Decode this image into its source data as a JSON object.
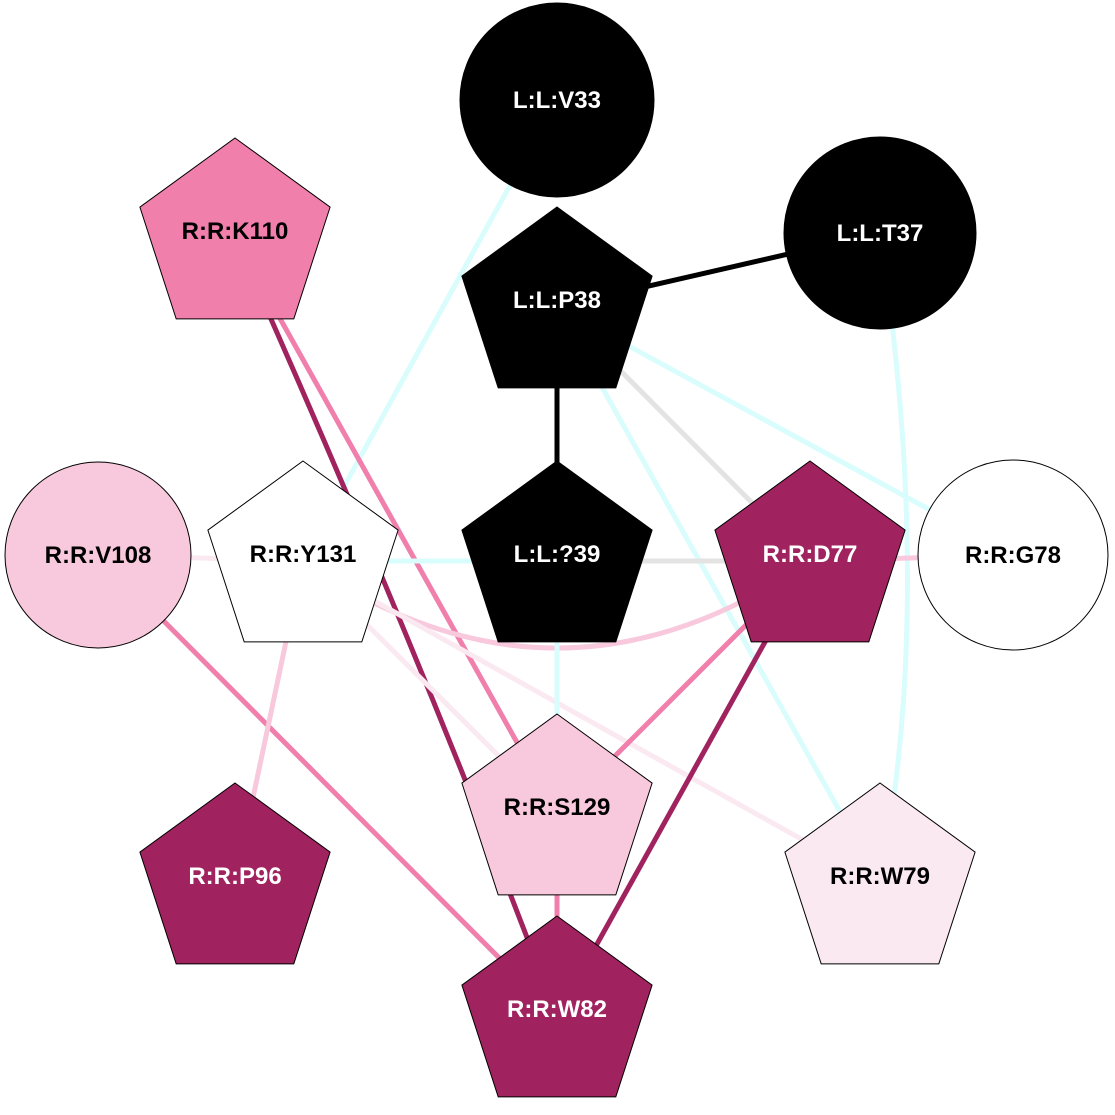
{
  "colors": {
    "ligand": "#000000",
    "strong": "#a0225e",
    "medium": "#f07fac",
    "light": "#f8c8dc",
    "faint": "#fbe9f1",
    "white": "#ffffff",
    "hydrophobic": "#d9fcfc",
    "neutral": "#e3e3e3"
  },
  "nodes": [
    {
      "id": "V33",
      "label": "L:L:V33",
      "shape": "circle",
      "fill": "#000000",
      "text": "#ffffff"
    },
    {
      "id": "T37",
      "label": "L:L:T37",
      "shape": "circle",
      "fill": "#000000",
      "text": "#ffffff"
    },
    {
      "id": "K110",
      "label": "R:R:K110",
      "shape": "pentagon",
      "fill": "#f07fac",
      "text": "#000000"
    },
    {
      "id": "P38",
      "label": "L:L:P38",
      "shape": "pentagon",
      "fill": "#000000",
      "text": "#ffffff"
    },
    {
      "id": "V108",
      "label": "R:R:V108",
      "shape": "circle",
      "fill": "#f8c8dc",
      "text": "#000000"
    },
    {
      "id": "Y131",
      "label": "R:R:Y131",
      "shape": "pentagon",
      "fill": "#ffffff",
      "text": "#000000"
    },
    {
      "id": "Q39",
      "label": "L:L:?39",
      "shape": "pentagon",
      "fill": "#000000",
      "text": "#ffffff"
    },
    {
      "id": "D77",
      "label": "R:R:D77",
      "shape": "pentagon",
      "fill": "#a0225e",
      "text": "#ffffff"
    },
    {
      "id": "G78",
      "label": "R:R:G78",
      "shape": "circle",
      "fill": "#ffffff",
      "text": "#000000"
    },
    {
      "id": "P96",
      "label": "R:R:P96",
      "shape": "pentagon",
      "fill": "#a0225e",
      "text": "#ffffff"
    },
    {
      "id": "S129",
      "label": "R:R:S129",
      "shape": "pentagon",
      "fill": "#f8c8dc",
      "text": "#000000"
    },
    {
      "id": "W79",
      "label": "R:R:W79",
      "shape": "pentagon",
      "fill": "#fbe9f1",
      "text": "#000000"
    },
    {
      "id": "W82",
      "label": "R:R:W82",
      "shape": "pentagon",
      "fill": "#a0225e",
      "text": "#ffffff"
    }
  ],
  "edges": [
    {
      "from": "V33",
      "to": "Y131",
      "color": "#d9fcfc"
    },
    {
      "from": "P38",
      "to": "T37",
      "color": "#000000"
    },
    {
      "from": "P38",
      "to": "Q39",
      "color": "#000000"
    },
    {
      "from": "P38",
      "to": "G78",
      "color": "#d9fcfc"
    },
    {
      "from": "P38",
      "to": "D77",
      "color": "#e3e3e3"
    },
    {
      "from": "P38",
      "to": "W79",
      "color": "#d9fcfc"
    },
    {
      "from": "T37",
      "to": "W79",
      "color": "#d9fcfc"
    },
    {
      "from": "K110",
      "to": "S129",
      "color": "#f07fac"
    },
    {
      "from": "K110",
      "to": "W82",
      "color": "#a0225e"
    },
    {
      "from": "V108",
      "to": "Y131",
      "color": "#fbe9f1"
    },
    {
      "from": "V108",
      "to": "W82",
      "color": "#f07fac"
    },
    {
      "from": "Y131",
      "to": "Q39",
      "color": "#d9fcfc"
    },
    {
      "from": "Q39",
      "to": "D77",
      "color": "#e3e3e3"
    },
    {
      "from": "D77",
      "to": "G78",
      "color": "#f8c8dc"
    },
    {
      "from": "Y131",
      "to": "D77",
      "color": "#f8c8dc"
    },
    {
      "from": "Y131",
      "to": "P96",
      "color": "#f8c8dc"
    },
    {
      "from": "Y131",
      "to": "S129",
      "color": "#fbe9f1"
    },
    {
      "from": "Y131",
      "to": "W79",
      "color": "#fbe9f1"
    },
    {
      "from": "D77",
      "to": "S129",
      "color": "#f07fac"
    },
    {
      "from": "D77",
      "to": "W82",
      "color": "#a0225e"
    },
    {
      "from": "Q39",
      "to": "S129",
      "color": "#d9fcfc"
    },
    {
      "from": "S129",
      "to": "W82",
      "color": "#f07fac"
    }
  ]
}
